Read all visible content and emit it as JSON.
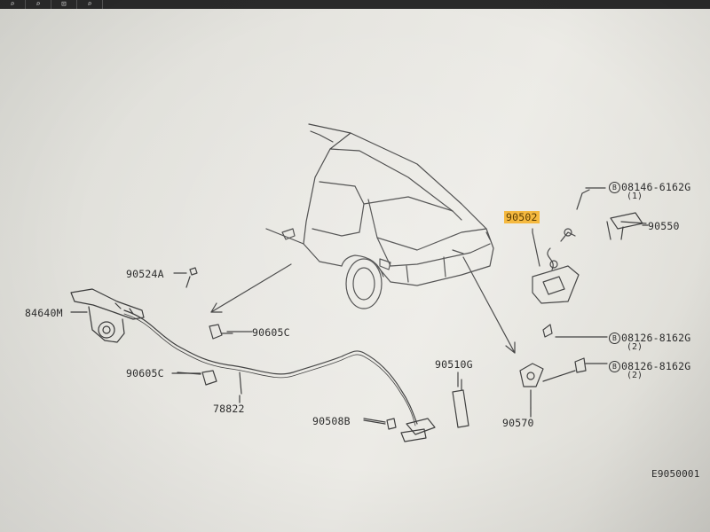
{
  "toolbar": {
    "buttons": [
      {
        "icon": "zoom-in-icon",
        "glyph": "⌕"
      },
      {
        "icon": "zoom-out-icon",
        "glyph": "⌕"
      },
      {
        "icon": "zoom-fit-icon",
        "glyph": "⊡"
      },
      {
        "icon": "zoom-reset-icon",
        "glyph": "⌕"
      }
    ]
  },
  "parts": {
    "p90524A": "90524A",
    "p84640M": "84640M",
    "p90605C_top": "90605C",
    "p90605C_left": "90605C",
    "p78822": "78822",
    "p90508B": "90508B",
    "p90510G": "90510G",
    "p90502": "90502",
    "p90550": "90550",
    "p90570": "90570",
    "bolt1": {
      "prefix": "B",
      "code": "08146-6162G",
      "qty": "(1)"
    },
    "bolt2": {
      "prefix": "B",
      "code": "08126-8162G",
      "qty": "(2)"
    },
    "bolt3": {
      "prefix": "B",
      "code": "08126-8162G",
      "qty": "(2)"
    },
    "diagram_code": "E9050001"
  },
  "highlight_color": "#f5b940"
}
